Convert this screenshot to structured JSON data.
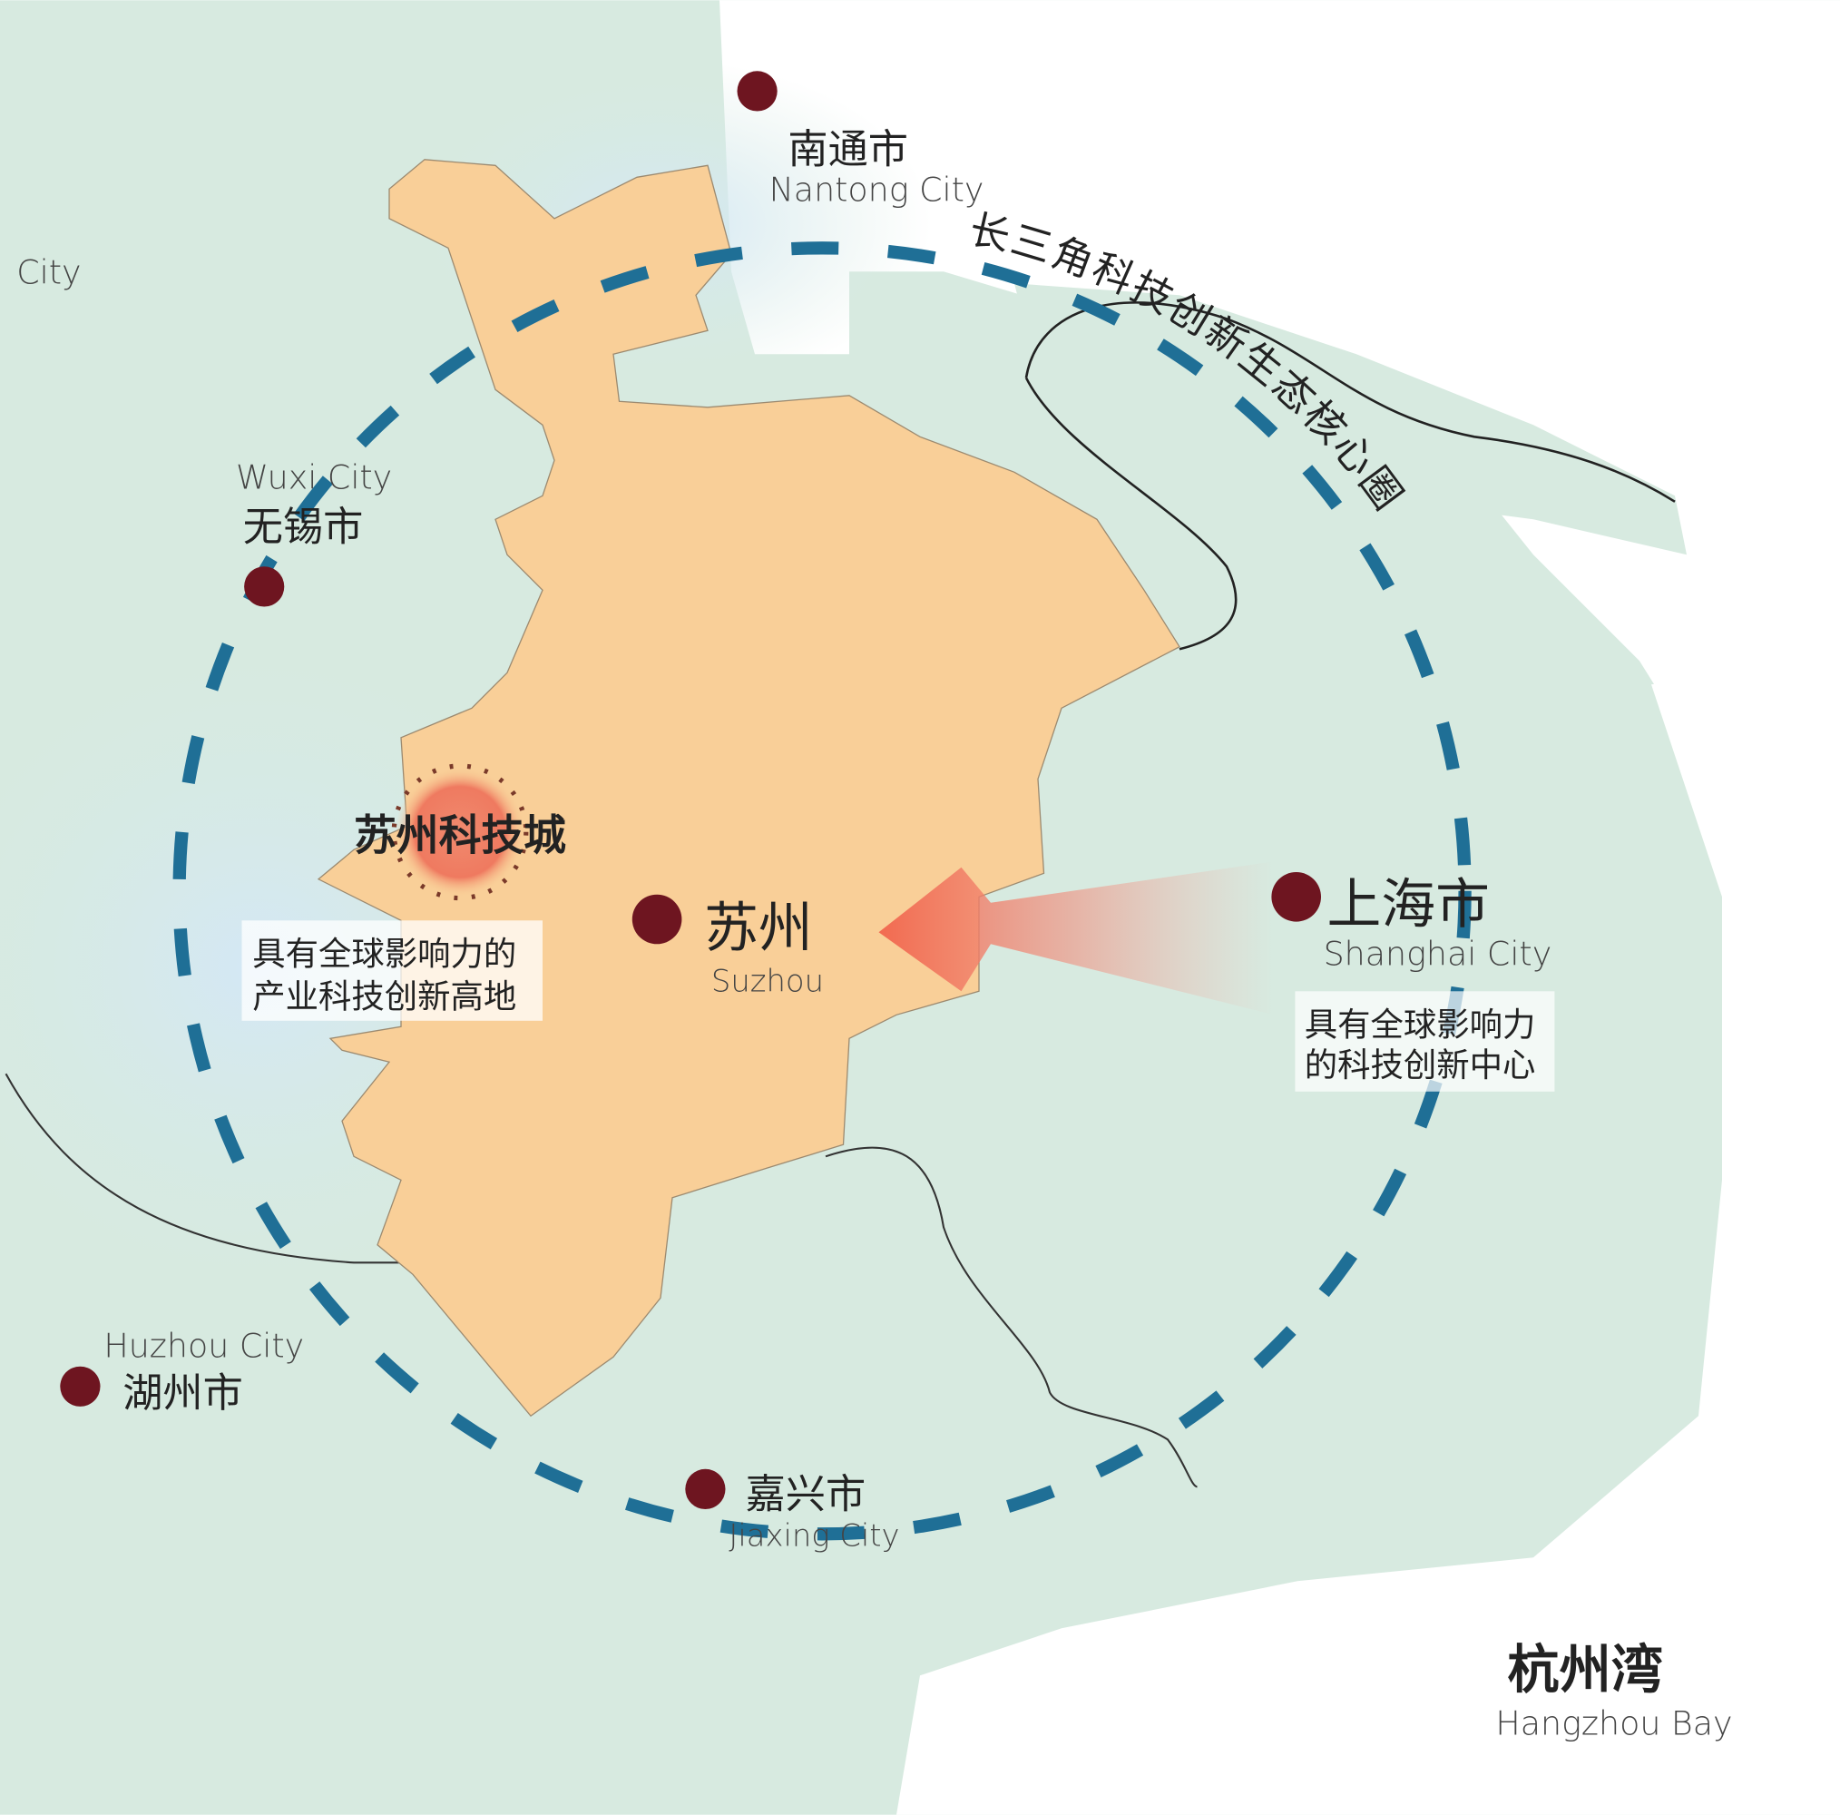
{
  "colors": {
    "land": "#d7eae0",
    "water": "#ffffff",
    "lake": "#dcedf7",
    "suzhou": "#f9cf98",
    "ring": "#1f6f96",
    "city_dot": "#6e1520",
    "arrow": "#f0705a",
    "science_city_glow": "#ef7a60"
  },
  "ring_label": "长三角科技创新生态核心圈",
  "cities": {
    "nantong": {
      "cn": "南通市",
      "en": "Nantong City"
    },
    "wuxi": {
      "cn": "无锡市",
      "en": "Wuxi City"
    },
    "huzhou": {
      "cn": "湖州市",
      "en": "Huzhou City"
    },
    "jiaxing": {
      "cn": "嘉兴市",
      "en": "Jiaxing City"
    },
    "shanghai": {
      "cn": "上海市",
      "en": "Shanghai City",
      "desc_line1": "具有全球影响力",
      "desc_line2": "的科技创新中心"
    },
    "suzhou": {
      "cn": "苏州",
      "en": "Suzhou"
    },
    "partial_left": {
      "en": "City"
    }
  },
  "science_city": {
    "name": "苏州科技城",
    "desc_line1": "具有全球影响力的",
    "desc_line2": "产业科技创新高地"
  },
  "bay": {
    "cn": "杭州湾",
    "en": "Hangzhou Bay"
  }
}
